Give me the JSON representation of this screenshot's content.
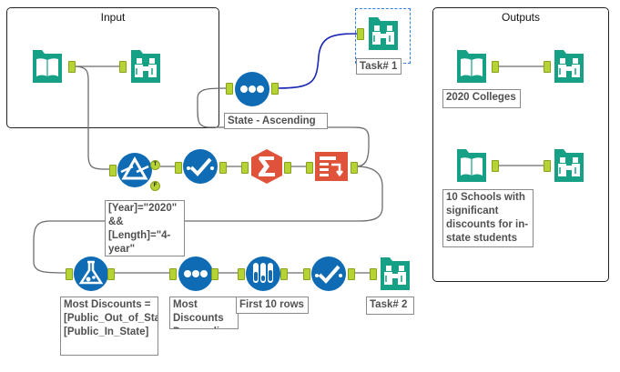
{
  "containers": {
    "input": {
      "title": "Input"
    },
    "outputs": {
      "title": "Outputs"
    }
  },
  "annotations": {
    "task1": "Task# 1",
    "sort_state": "State - Ascending",
    "filter_expr": "[Year]=\"2020\" &&\n[Length]=\"4-\nyear\"",
    "formula_expr": "Most Discounts =\n[Public_Out_of_State]-\n[Public_In_State]",
    "sort_discounts": "Most Discounts\nDescending",
    "sample": "First 10 rows",
    "task2": "Task# 2",
    "out_2020": "2020 Colleges",
    "out_schools": "10 Schools with significant discounts for in-state students"
  },
  "filter_anchors": {
    "true_label": "T",
    "false_label": "F"
  },
  "icons": {
    "input": "book-input-icon",
    "browse": "binoculars-browse-icon",
    "sort": "sort-dots-icon",
    "filter": "filter-triangle-icon",
    "select": "select-check-icon",
    "summarize": "summarize-sigma-icon",
    "record_id": "record-id-icon",
    "formula": "formula-flask-icon",
    "sample": "sample-tubes-icon"
  },
  "colors": {
    "io_green": "#16a085",
    "prep_blue": "#0f6bb4",
    "transform_orange": "#e0533b",
    "anchor": "#b5d334",
    "wire": "#6c6c6c",
    "wire_selected": "#1a27b5"
  }
}
